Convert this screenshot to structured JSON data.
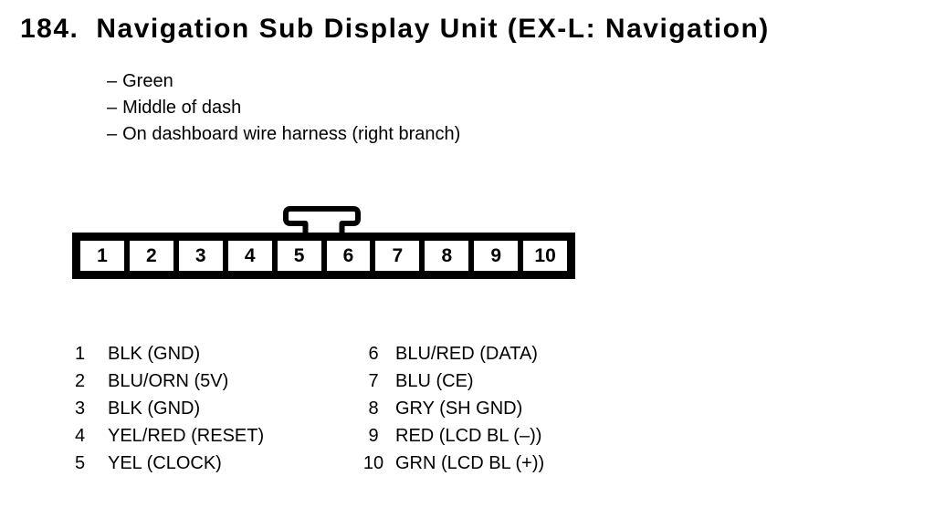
{
  "page": {
    "background": "#ffffff",
    "ink": "#000000"
  },
  "header": {
    "number": "184.",
    "title": "Navigation Sub Display Unit (EX-L: Navigation)"
  },
  "notes": {
    "bullet": "–",
    "items": [
      "Green",
      "Middle of dash",
      "On dashboard wire harness (right branch)"
    ]
  },
  "connector": {
    "pins": [
      "1",
      "2",
      "3",
      "4",
      "5",
      "6",
      "7",
      "8",
      "9",
      "10"
    ]
  },
  "pinout": {
    "left": [
      {
        "pin": "1",
        "label": "BLK (GND)"
      },
      {
        "pin": "2",
        "label": "BLU/ORN (5V)"
      },
      {
        "pin": "3",
        "label": "BLK (GND)"
      },
      {
        "pin": "4",
        "label": "YEL/RED (RESET)"
      },
      {
        "pin": "5",
        "label": "YEL (CLOCK)"
      }
    ],
    "right": [
      {
        "pin": "6",
        "label": "BLU/RED (DATA)"
      },
      {
        "pin": "7",
        "label": "BLU (CE)"
      },
      {
        "pin": "8",
        "label": "GRY (SH GND)"
      },
      {
        "pin": "9",
        "label": "RED (LCD BL (–))"
      },
      {
        "pin": "10",
        "label": "GRN (LCD BL (+))"
      }
    ]
  }
}
